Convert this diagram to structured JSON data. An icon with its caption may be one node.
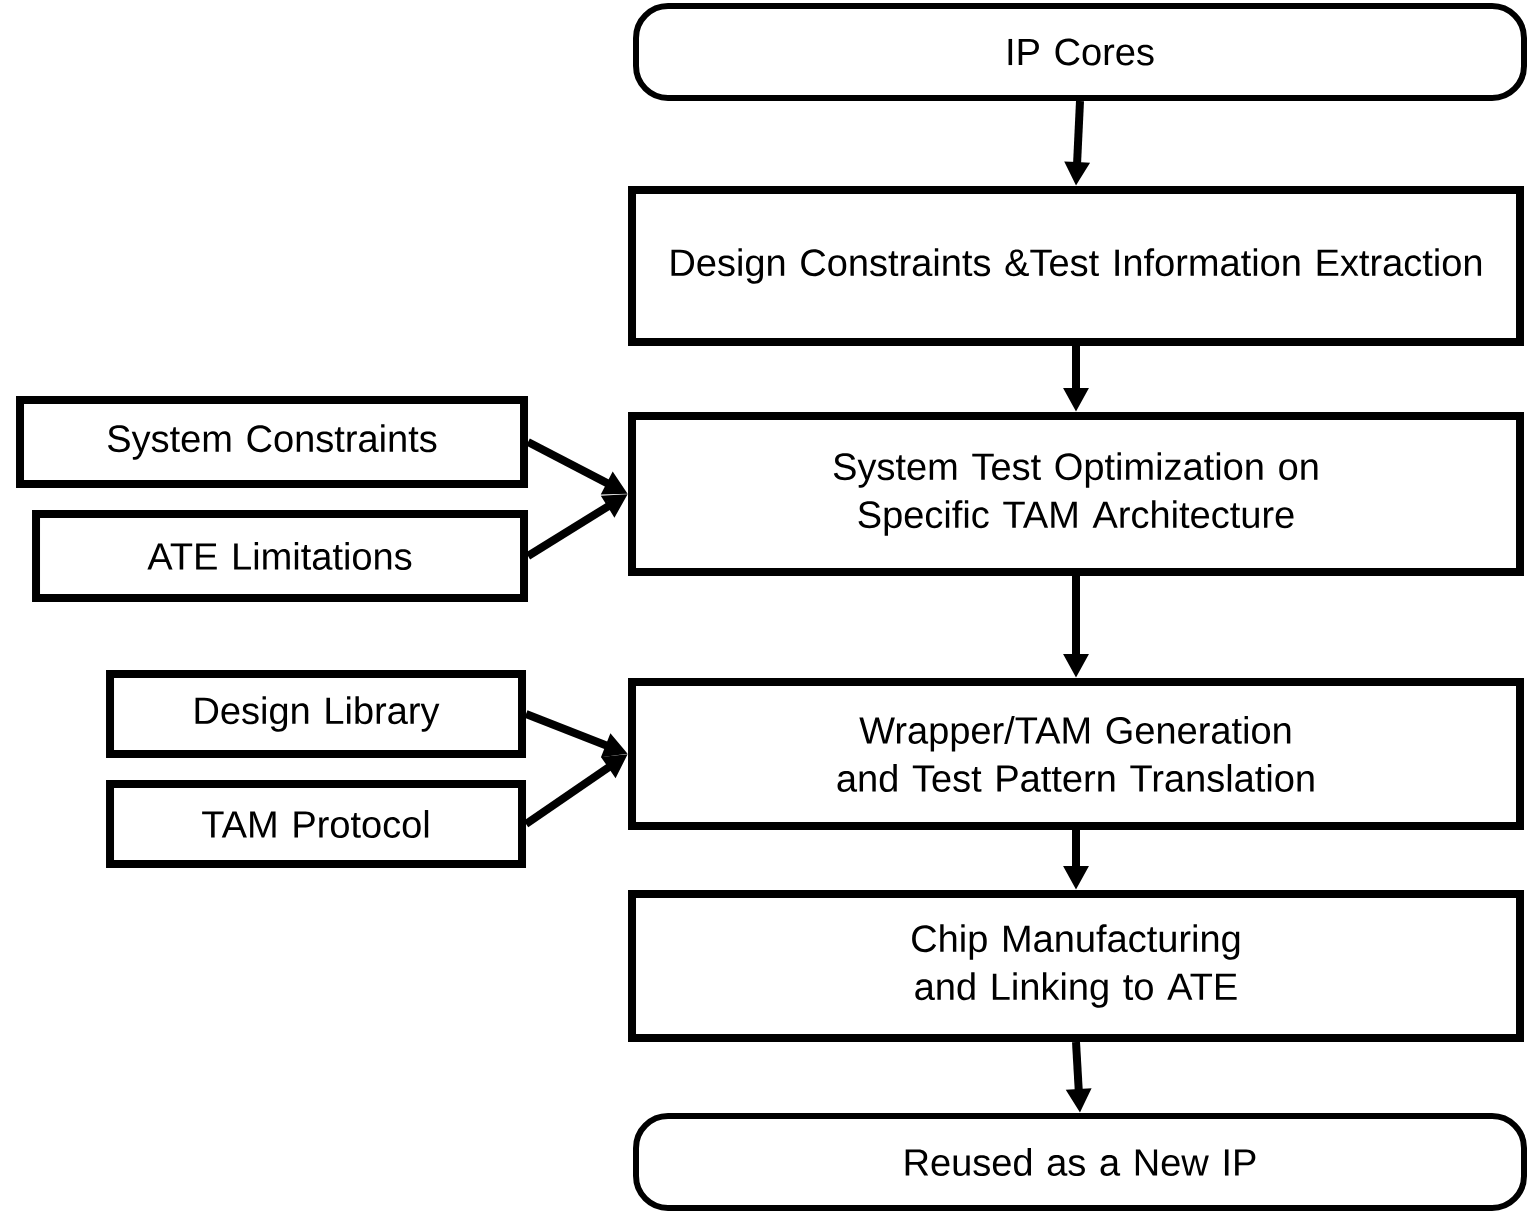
{
  "diagram": {
    "nodes": [
      {
        "text": [
          "IP Cores"
        ]
      },
      {
        "text": [
          "Design Constraints &Test Information Extraction"
        ]
      },
      {
        "text": [
          "System Test Optimization on Specific TAM Architecture"
        ]
      },
      {
        "text": [
          "Wrapper/TAM Generation and Test Pattern Translation"
        ]
      },
      {
        "text": [
          "Chip Manufacturing and Linking to ATE"
        ]
      },
      {
        "text": [
          "Reused as a New IP"
        ]
      },
      {
        "text": [
          "System Constraints"
        ]
      },
      {
        "text": [
          "ATE Limitations"
        ]
      },
      {
        "text": [
          "Design Library"
        ]
      },
      {
        "text": [
          "TAM Protocol"
        ]
      }
    ],
    "edges": [
      {
        "from": 0,
        "to": 1,
        "arrow": "to"
      },
      {
        "from": 1,
        "to": 2,
        "arrow": "to"
      },
      {
        "from": 2,
        "to": 3,
        "arrow": "to"
      },
      {
        "from": 3,
        "to": 4,
        "arrow": "to"
      },
      {
        "from": 4,
        "to": 5,
        "arrow": "to"
      },
      {
        "from": 6,
        "to": 2,
        "arrow": "to"
      },
      {
        "from": 7,
        "to": 2,
        "arrow": "to"
      },
      {
        "from": 8,
        "to": 3,
        "arrow": "to"
      },
      {
        "from": 9,
        "to": 3,
        "arrow": "to"
      }
    ]
  }
}
